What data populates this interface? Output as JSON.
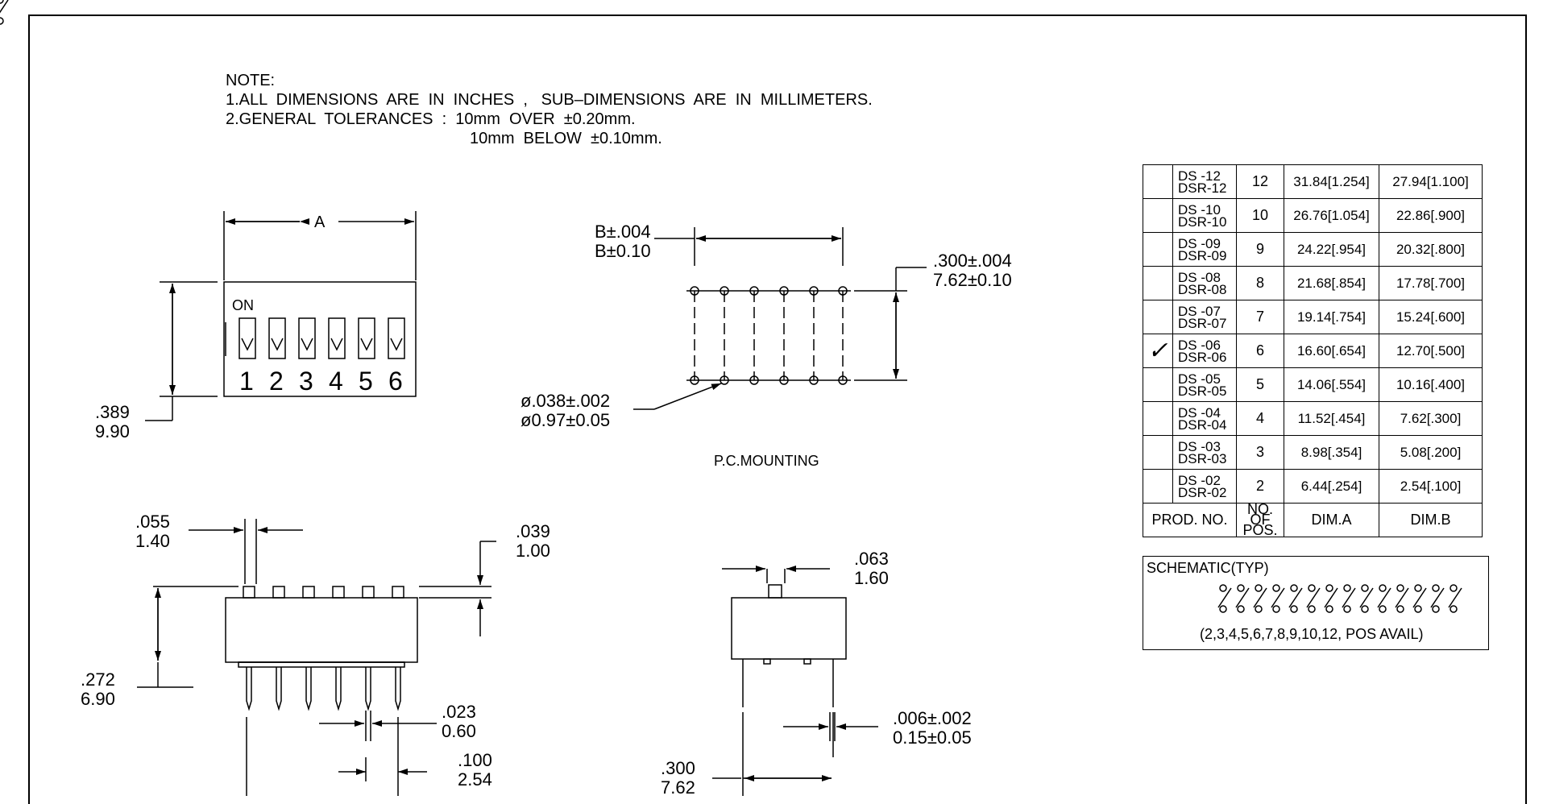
{
  "notes": {
    "header": "NOTE:",
    "line1": "1.ALL  DIMENSIONS  ARE  IN  INCHES  ,   SUB–DIMENSIONS  ARE  IN  MILLIMETERS.",
    "line2": "2.GENERAL  TOLERANCES  :  10mm  OVER  ±0.20mm.",
    "line3": "10mm  BELOW  ±0.10mm."
  },
  "top_view": {
    "dim_a": "A",
    "on_label": "ON",
    "switch_numbers": [
      "1",
      "2",
      "3",
      "4",
      "5",
      "6"
    ],
    "height_inch": ".389",
    "height_mm": "9.90"
  },
  "pc_mounting": {
    "pitch_inch": "B±.004",
    "pitch_mm": "B±0.10",
    "row_inch": ".300±.004",
    "row_mm": "7.62±0.10",
    "hole_inch": "ø.038±.002",
    "hole_mm": "ø0.97±0.05",
    "caption": "P.C.MOUNTING"
  },
  "side_view": {
    "actuator_w_inch": ".055",
    "actuator_w_mm": "1.40",
    "actuator_h_inch": ".039",
    "actuator_h_mm": "1.00",
    "body_h_inch": ".272",
    "body_h_mm": "6.90",
    "pin_w_inch": ".023",
    "pin_w_mm": "0.60",
    "pitch_inch": ".100",
    "pitch_mm": "2.54"
  },
  "end_view": {
    "actuator_inch": ".063",
    "actuator_mm": "1.60",
    "pin_thk_inch": ".006±.002",
    "pin_thk_mm": "0.15±0.05",
    "row_inch": ".300",
    "row_mm": "7.62"
  },
  "table": {
    "rows": [
      {
        "check": "",
        "prod1": "DS -12",
        "prod2": "DSR-12",
        "pos": "12",
        "dima": "31.84[1.254]",
        "dimb": "27.94[1.100]"
      },
      {
        "check": "",
        "prod1": "DS -10",
        "prod2": "DSR-10",
        "pos": "10",
        "dima": "26.76[1.054]",
        "dimb": "22.86[.900]"
      },
      {
        "check": "",
        "prod1": "DS -09",
        "prod2": "DSR-09",
        "pos": "9",
        "dima": "24.22[.954]",
        "dimb": "20.32[.800]"
      },
      {
        "check": "",
        "prod1": "DS -08",
        "prod2": "DSR-08",
        "pos": "8",
        "dima": "21.68[.854]",
        "dimb": "17.78[.700]"
      },
      {
        "check": "",
        "prod1": "DS -07",
        "prod2": "DSR-07",
        "pos": "7",
        "dima": "19.14[.754]",
        "dimb": "15.24[.600]"
      },
      {
        "check": "✓",
        "prod1": "DS -06",
        "prod2": "DSR-06",
        "pos": "6",
        "dima": "16.60[.654]",
        "dimb": "12.70[.500]"
      },
      {
        "check": "",
        "prod1": "DS -05",
        "prod2": "DSR-05",
        "pos": "5",
        "dima": "14.06[.554]",
        "dimb": "10.16[.400]"
      },
      {
        "check": "",
        "prod1": "DS -04",
        "prod2": "DSR-04",
        "pos": "4",
        "dima": "11.52[.454]",
        "dimb": "7.62[.300]"
      },
      {
        "check": "",
        "prod1": "DS -03",
        "prod2": "DSR-03",
        "pos": "3",
        "dima": "8.98[.354]",
        "dimb": "5.08[.200]"
      },
      {
        "check": "",
        "prod1": "DS -02",
        "prod2": "DSR-02",
        "pos": "2",
        "dima": "6.44[.254]",
        "dimb": "2.54[.100]"
      }
    ],
    "head_prod": "PROD. NO.",
    "head_pos1": "NO. OF",
    "head_pos2": "POS.",
    "head_dima": "DIM.A",
    "head_dimb": "DIM.B"
  },
  "schematic": {
    "title": "SCHEMATIC(TYP)",
    "avail": "(2,3,4,5,6,7,8,9,10,12, POS AVAIL)"
  }
}
